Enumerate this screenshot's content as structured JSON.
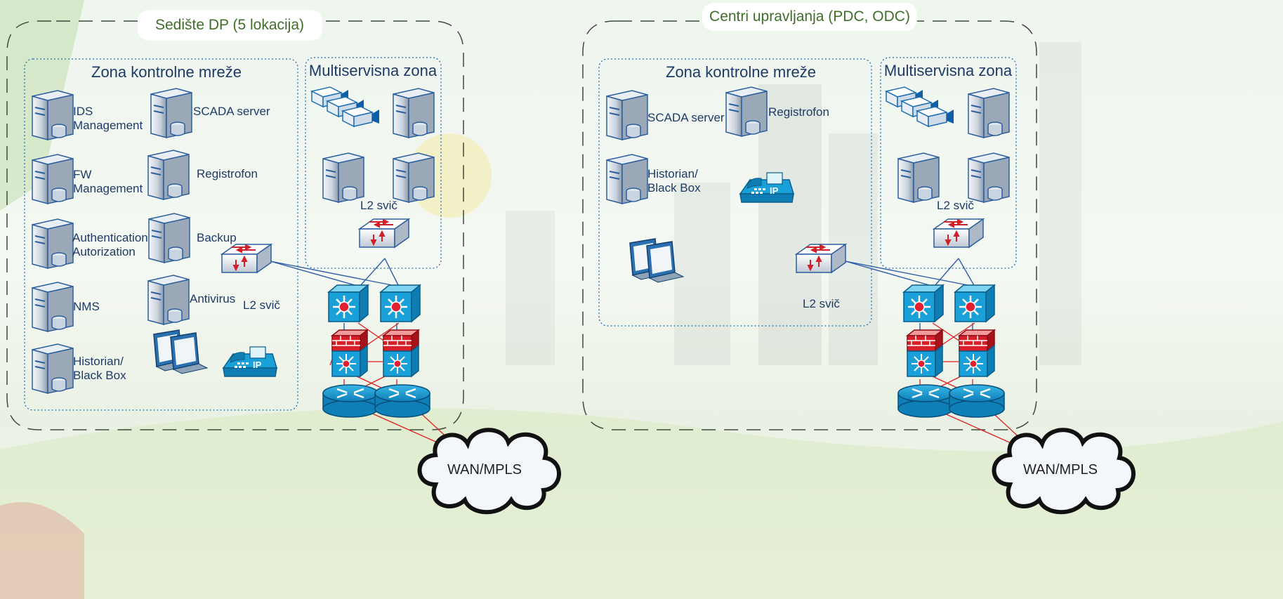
{
  "sites": [
    {
      "title": "Sedište DP (5 lokacija)",
      "control_zone": {
        "title": "Zona kontrolne mreže",
        "servers": [
          {
            "label": "IDS\nManagement"
          },
          {
            "label": "SCADA server"
          },
          {
            "label": "FW\nManagement"
          },
          {
            "label": "Registrofon"
          },
          {
            "label": "Authentication\nAutorization"
          },
          {
            "label": "Backup"
          },
          {
            "label": "NMS"
          },
          {
            "label": "Antivirus"
          },
          {
            "label": "Historian/\nBlack Box"
          }
        ],
        "switch_label": "L2 svič"
      },
      "multiservice_zone": {
        "title": "Multiservisna zona",
        "switch_label": "L2 svič"
      },
      "wan_label": "WAN/MPLS"
    },
    {
      "title": "Centri upravljanja (PDC, ODC)",
      "control_zone": {
        "title": "Zona kontrolne mreže",
        "servers": [
          {
            "label": "SCADA server"
          },
          {
            "label": "Registrofon"
          },
          {
            "label": "Historian/\nBlack Box"
          }
        ],
        "switch_label": "L2 svič"
      },
      "multiservice_zone": {
        "title": "Multiservisna zona",
        "switch_label": "L2 svič"
      },
      "wan_label": "WAN/MPLS"
    }
  ],
  "colors": {
    "site_border": "#3d4a3d",
    "zone_border": "#1f6fb4",
    "link_blue": "#2e5ea8",
    "link_red": "#e02020",
    "device_blue": "#1aa0d8",
    "firewall_red": "#d8202a"
  }
}
